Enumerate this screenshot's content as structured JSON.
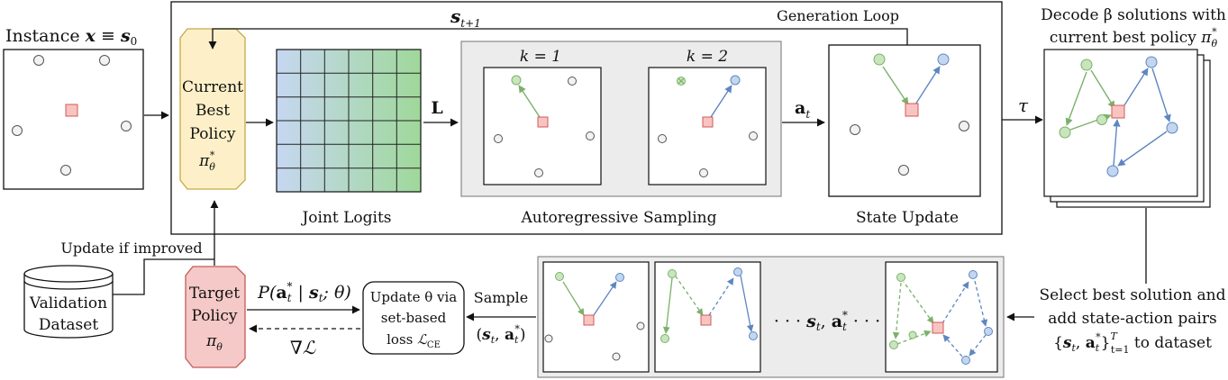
{
  "colors": {
    "policy_fill": "#fdf0c8",
    "policy_stroke": "#c7a945",
    "target_fill": "#f5c9c7",
    "target_stroke": "#c45b57",
    "depot_fill": "#f8c4c2",
    "depot_stroke": "#d05a55",
    "green": "#7bb16a",
    "green_fill": "#c9e5bd",
    "blue": "#5e86c0",
    "blue_fill": "#c3d6f0",
    "panel_fill": "#ececec"
  },
  "instance": {
    "label": "Instance ",
    "x": "x",
    "equiv": " ≡ ",
    "s": "s",
    "s_sub": "0"
  },
  "policy": {
    "line1": "Current",
    "line2": "Best",
    "line3": "Policy",
    "pi": "π",
    "pi_sub": "θ",
    "pi_sup": "*"
  },
  "loop": {
    "generation_loop": "Generation Loop",
    "s": "s",
    "s_sub": "t+1"
  },
  "logits": {
    "caption": "Joint Logits",
    "L": "L"
  },
  "sampling": {
    "caption": "Autoregressive Sampling",
    "k1": "k = 1",
    "k2": "k = 2"
  },
  "action": {
    "a": "a",
    "a_sub": "t"
  },
  "state_update": {
    "caption": "State Update"
  },
  "decode": {
    "line1": "Decode β solutions with",
    "line2": "current best policy ",
    "pi": "π",
    "pi_sub": "θ",
    "pi_sup": "*",
    "tau": "τ"
  },
  "dataset_note": {
    "line1": "Select best solution and",
    "line2": "add state-action pairs",
    "line3_open": "{",
    "s": "s",
    "s_sub": "t",
    "comma": ", ",
    "a": "a",
    "a_sub": "t",
    "a_sup": "*",
    "close": "}",
    "T": "T",
    "tlo": "t=1",
    "line3_tail": " to dataset"
  },
  "dataset_strip": {
    "ellipsis_left": "· · · ",
    "s": "s",
    "s_sub": "t",
    "comma": ", ",
    "a": "a",
    "a_sub": "t",
    "a_sup": "*",
    "ellipsis_right": " · · ·"
  },
  "sample": {
    "label": "Sample",
    "open": "(",
    "s": "s",
    "s_sub": "t",
    "comma": ", ",
    "a": "a",
    "a_sub": "t",
    "a_sup": "*",
    "close": ")"
  },
  "update_box": {
    "line1": "Update θ via",
    "line2": "set-based",
    "line3": "loss ",
    "L": "ℒ",
    "L_sub": "CE"
  },
  "prob": {
    "P": "P(",
    "a": "a",
    "a_sub": "t",
    "a_sup": "*",
    "mid": " | ",
    "s": "s",
    "s_sub": "t",
    "tail": "; θ)"
  },
  "grad": {
    "text": "∇ℒ"
  },
  "target": {
    "line1": "Target",
    "line2": "Policy",
    "pi": "π",
    "pi_sub": "θ"
  },
  "validation": {
    "line1": "Validation",
    "line2": "Dataset",
    "update_label": "Update if improved"
  }
}
